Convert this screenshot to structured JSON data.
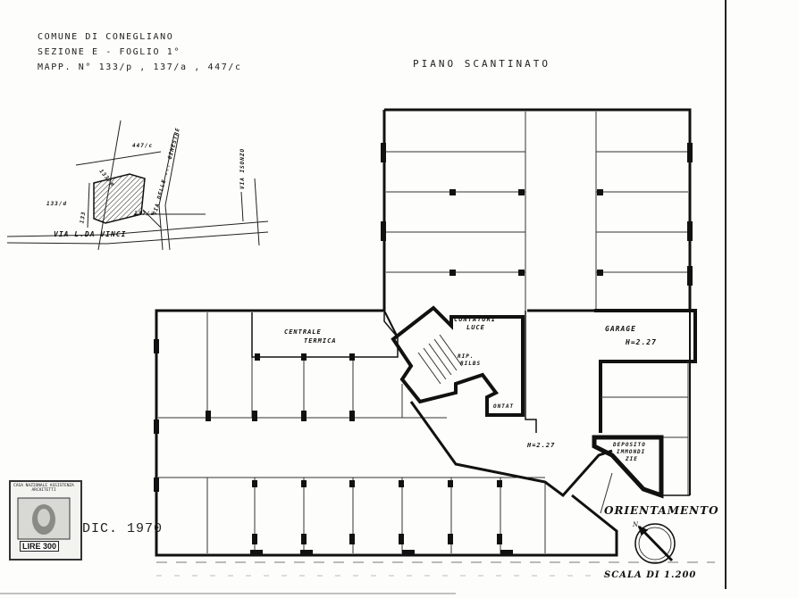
{
  "title_block": {
    "line1": "COMUNE DI CONEGLIANO",
    "line2": "SEZIONE E - FOGLIO 1°",
    "line3": "MAPP. N° 133/p , 137/a , 447/c"
  },
  "plan_title": "PIANO SCANTINATO",
  "site_map": {
    "street_bottom": "VIA L.DA VINCI",
    "street_diagonal": "VIA DELLE ... GINESTRE",
    "street_right": "VIA ISONZO",
    "parcel_447": "447/c",
    "parcel_133p": "133/p",
    "parcel_133d": "133/d",
    "parcel_137": "137/a",
    "parcel_133": "133"
  },
  "rooms": {
    "centrale_1": "CENTRALE",
    "centrale_2": "TERMICA",
    "contatori_1": "CONTATORI",
    "contatori_2": "LUCE",
    "ripostiglio_1": "RIP.",
    "ripostiglio_2": "RILBS",
    "contatori_small": "ONTAT",
    "garage": "GARAGE",
    "garage_height": "H=2.27",
    "main_height": "H=2.27",
    "deposito_1": "DEPOSITO",
    "deposito_2": "IMMONDI",
    "deposito_3": "ZIE"
  },
  "orientation_label": "ORIENTAMENTO",
  "north_letter": "N",
  "scale_label": "SCALA DI 1.200",
  "stamp_text": "CASA NAZIONALE ASSISTENZA ARCHITETTI",
  "stamp_value": "LIRE 300",
  "date": "DIC. 1970"
}
